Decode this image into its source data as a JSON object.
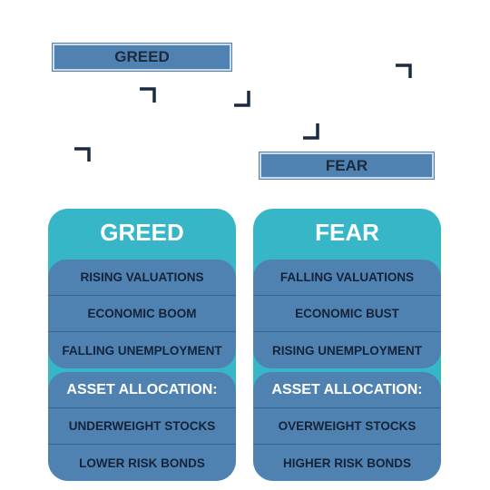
{
  "top_labels": {
    "greed": "GREED",
    "fear": "FEAR"
  },
  "greed_card": {
    "title": "GREED",
    "conditions": [
      "RISING VALUATIONS",
      "ECONOMIC BOOM",
      "FALLING UNEMPLOYMENT"
    ],
    "allocation_heading": "ASSET ALLOCATION:",
    "allocation": [
      "UNDERWEIGHT STOCKS",
      "LOWER RISK BONDS"
    ]
  },
  "fear_card": {
    "title": "FEAR",
    "conditions": [
      "FALLING VALUATIONS",
      "ECONOMIC BUST",
      "RISING UNEMPLOYMENT"
    ],
    "allocation_heading": "ASSET ALLOCATION:",
    "allocation": [
      "OVERWEIGHT STOCKS",
      "HIGHER RISK BONDS"
    ]
  },
  "colors": {
    "teal": "#36b6c7",
    "steel_blue": "#4f82b0",
    "dark_text": "#15233a"
  },
  "icons": [
    "corner-bracket-icon"
  ]
}
